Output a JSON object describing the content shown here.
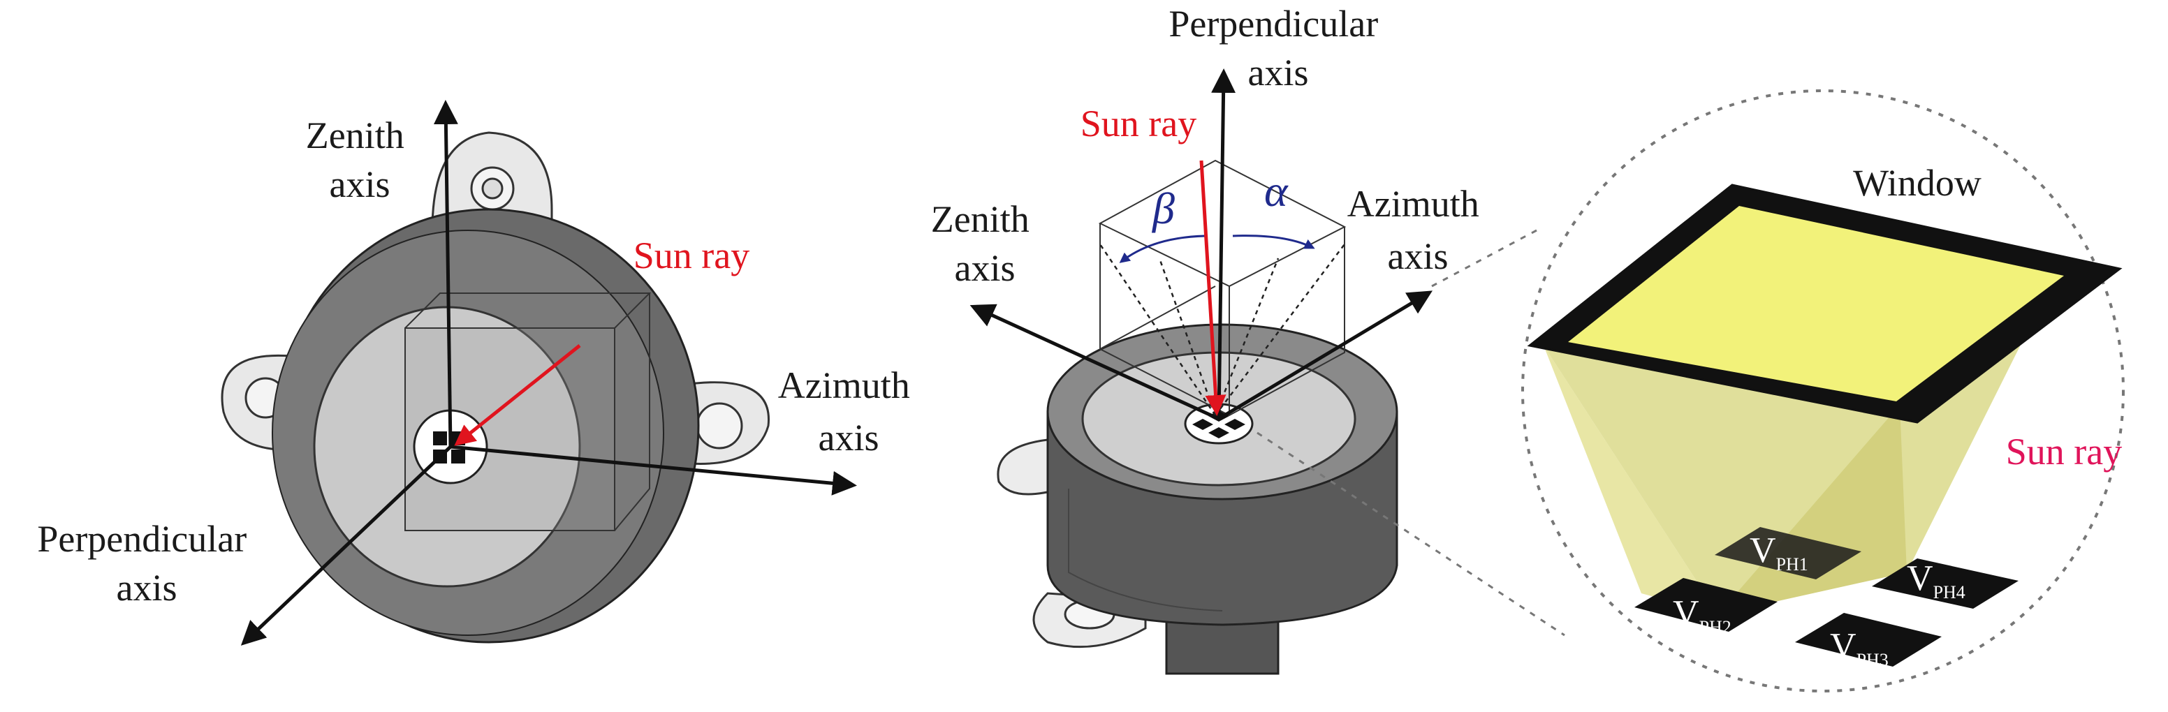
{
  "left_view": {
    "zenith_axis": [
      "Zenith",
      "axis"
    ],
    "sun_ray": "Sun ray",
    "azimuth_axis": [
      "Azimuth",
      "axis"
    ],
    "perpendicular_axis": [
      "Perpendicular",
      "axis"
    ]
  },
  "middle_view": {
    "perpendicular_axis": [
      "Perpendicular",
      "axis"
    ],
    "sun_ray": "Sun ray",
    "zenith_axis": [
      "Zenith",
      "axis"
    ],
    "azimuth_axis": [
      "Azimuth",
      "axis"
    ],
    "beta": "β",
    "alpha": "α"
  },
  "detail_view": {
    "window": "Window",
    "sun_ray": "Sun ray",
    "photodiodes": [
      {
        "v": "V",
        "sub": "PH1"
      },
      {
        "v": "V",
        "sub": "PH2"
      },
      {
        "v": "V",
        "sub": "PH3"
      },
      {
        "v": "V",
        "sub": "PH4"
      }
    ]
  },
  "colors": {
    "sun_ray": "#e0141e",
    "detail_sun_ray": "#e0145a",
    "angle_marks": "#1f2a8c",
    "window_glass": "#f2f27a",
    "light_cone": "#d8d67a"
  }
}
